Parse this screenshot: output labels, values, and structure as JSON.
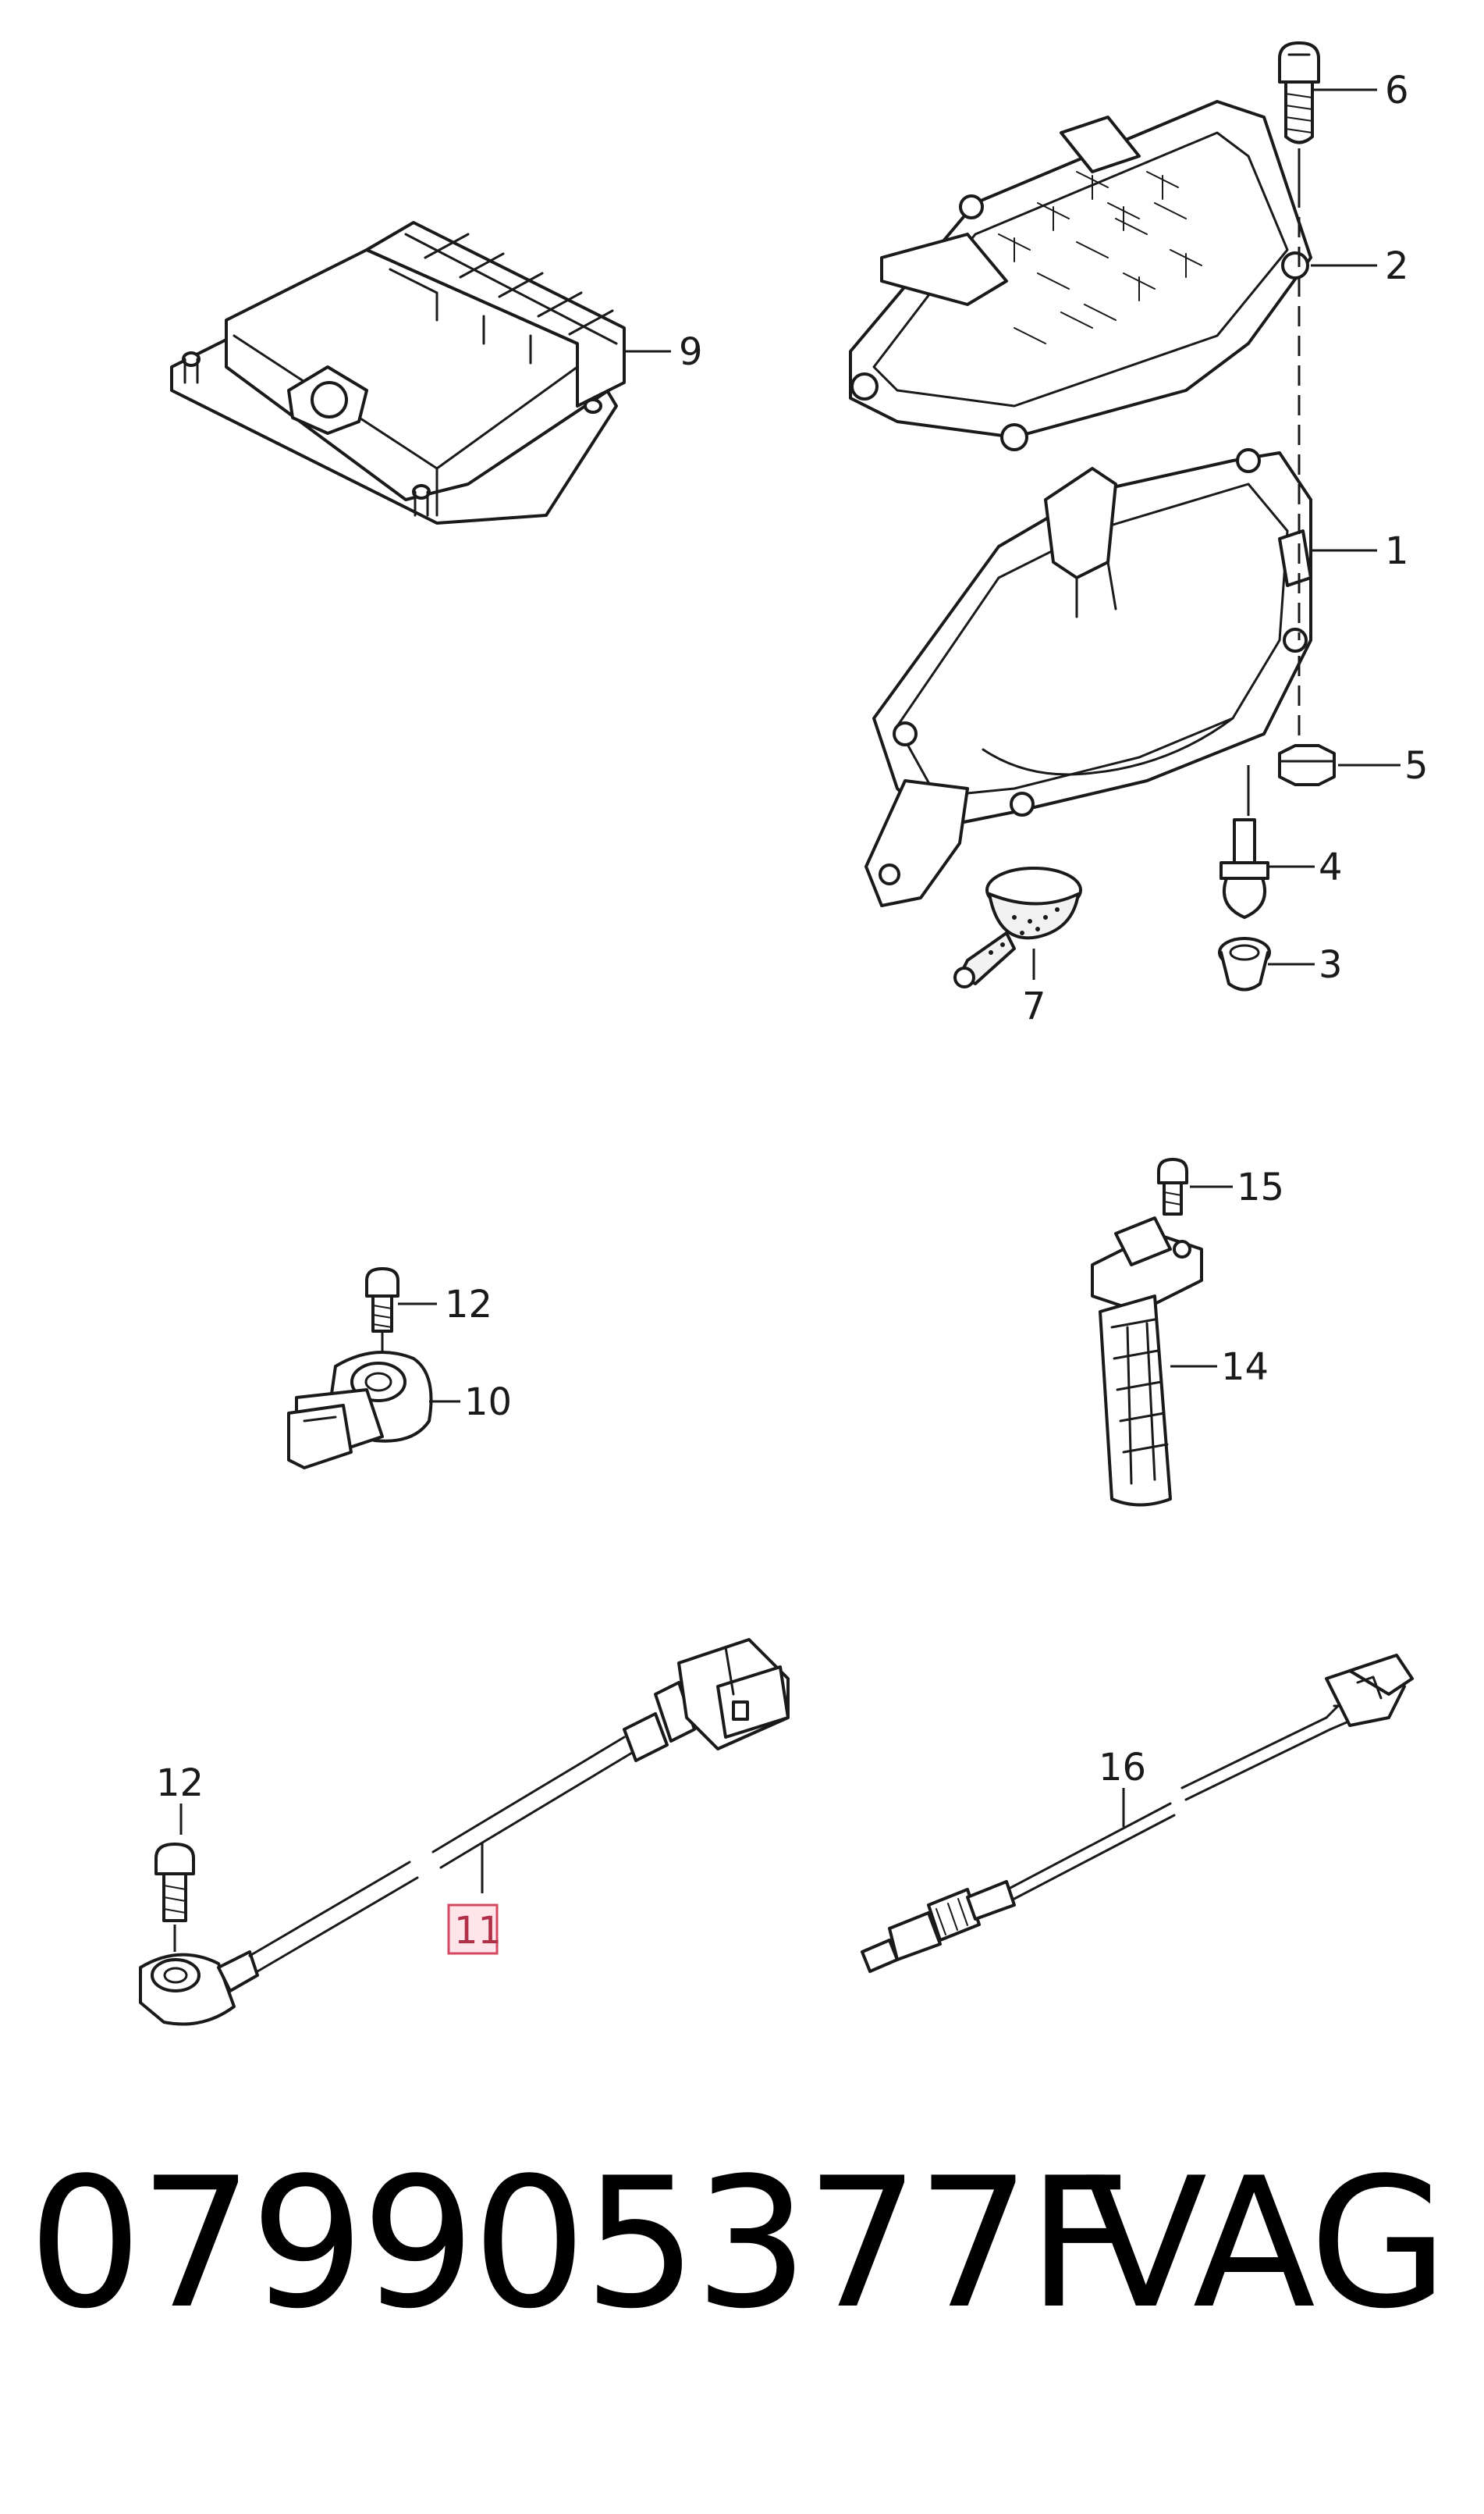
{
  "diagram": {
    "callouts": [
      {
        "id": "1",
        "label": "1"
      },
      {
        "id": "2",
        "label": "2"
      },
      {
        "id": "3",
        "label": "3"
      },
      {
        "id": "4",
        "label": "4"
      },
      {
        "id": "5",
        "label": "5"
      },
      {
        "id": "6",
        "label": "6"
      },
      {
        "id": "7",
        "label": "7"
      },
      {
        "id": "9",
        "label": "9"
      },
      {
        "id": "10",
        "label": "10"
      },
      {
        "id": "11",
        "label": "11",
        "highlighted": true
      },
      {
        "id": "12a",
        "label": "12"
      },
      {
        "id": "12b",
        "label": "12"
      },
      {
        "id": "14",
        "label": "14"
      },
      {
        "id": "15",
        "label": "15"
      },
      {
        "id": "16",
        "label": "16"
      }
    ]
  },
  "footer": {
    "part_number": "079905377F",
    "brand": "VAG"
  },
  "colors": {
    "line": "#1a1a1a",
    "highlight_fill": "#ffe4ea",
    "highlight_stroke": "#d6485f"
  }
}
